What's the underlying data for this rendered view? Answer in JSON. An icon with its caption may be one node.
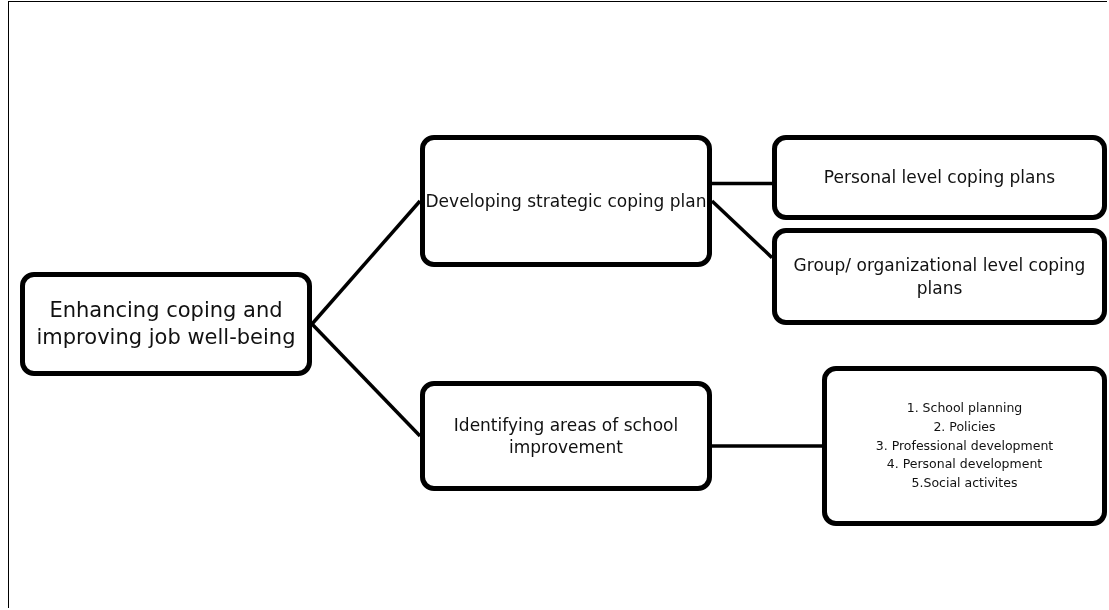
{
  "diagram": {
    "nodes": [
      {
        "text": [
          "Enhancing coping and improving job well-being"
        ]
      },
      {
        "text": [
          "Developing strategic coping plan"
        ]
      },
      {
        "text": [
          "Identifying areas of school improvement"
        ]
      },
      {
        "text": [
          "Personal level coping plans"
        ]
      },
      {
        "text": [
          "Group/ organizational level coping plans"
        ]
      },
      {
        "text": [
          "1. School planning",
          "2. Policies",
          "3. Professional development",
          "4. Personal development",
          "5.Social activites"
        ]
      }
    ],
    "edges": [
      {
        "from": 0,
        "to": 1,
        "arrow": "none"
      },
      {
        "from": 0,
        "to": 2,
        "arrow": "none"
      },
      {
        "from": 1,
        "to": 3,
        "arrow": "none"
      },
      {
        "from": 1,
        "to": 4,
        "arrow": "none"
      },
      {
        "from": 2,
        "to": 5,
        "arrow": "none"
      }
    ]
  }
}
